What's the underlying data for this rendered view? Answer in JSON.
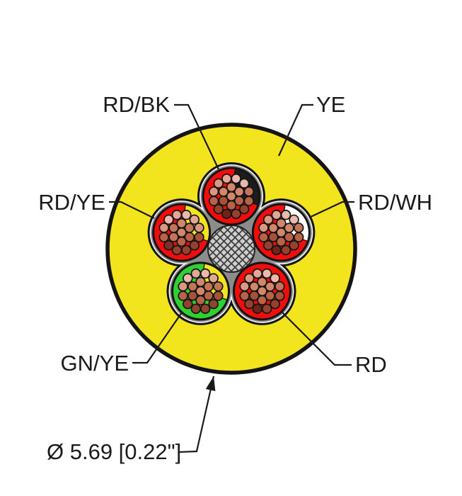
{
  "labels": {
    "rd_bk": "RD/BK",
    "ye": "YE",
    "rd_ye": "RD/YE",
    "rd_wh": "RD/WH",
    "gn_ye": "GN/YE",
    "rd": "RD",
    "diameter": "Ø 5.69 [0.22\"]"
  },
  "jacket": {
    "color": "#F2E41D",
    "outline_color": "#141414"
  },
  "liner": {
    "outline_color": "#141414",
    "tape_color": "#FFFFFF",
    "interstice_color": "#8C8C8C"
  },
  "filler": {
    "color": "#CFCFCF",
    "hatch_color": "#3C3C3C",
    "outline_color": "#262626"
  },
  "conductors": [
    {
      "id": "rd-bk",
      "label": "RD/BK",
      "body_color": "#F20D0D",
      "stripe_color": "#1C1C1C",
      "angle_deg": -90
    },
    {
      "id": "rd-wh",
      "label": "RD/WH",
      "body_color": "#F20D0D",
      "stripe_color": "#FFFFFF",
      "angle_deg": -18
    },
    {
      "id": "rd",
      "label": "RD",
      "body_color": "#F20D0D",
      "stripe_color": null,
      "angle_deg": 54
    },
    {
      "id": "gn-ye",
      "label": "GN/YE",
      "body_color": "#2FD030",
      "stripe_color": "#F2E41D",
      "angle_deg": 126
    },
    {
      "id": "rd-ye",
      "label": "RD/YE",
      "body_color": "#F20D0D",
      "stripe_color": "#F2E41D",
      "angle_deg": 198
    }
  ],
  "strands": {
    "count_per_conductor": 19,
    "outline_color": "#141414",
    "palette": [
      "#F1CEC2",
      "#EAB9AB",
      "#E3A796",
      "#DC9780",
      "#D2866A",
      "#C67457",
      "#B86347",
      "#A65239",
      "#93422D",
      "#7F3223",
      "#6F2418"
    ]
  }
}
